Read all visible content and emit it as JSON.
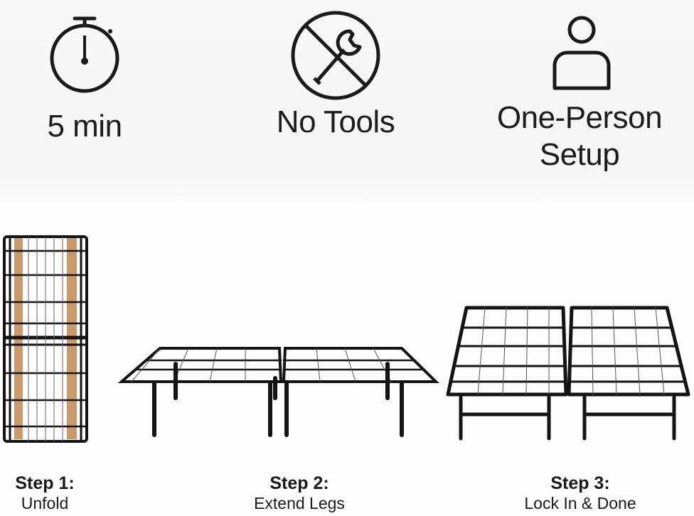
{
  "features": [
    {
      "icon": "stopwatch-icon",
      "label": "5 min"
    },
    {
      "icon": "no-tools-icon",
      "label": "No Tools"
    },
    {
      "icon": "person-icon",
      "label_line1": "One-Person",
      "label_line2": "Setup"
    }
  ],
  "steps": [
    {
      "title": "Step 1:",
      "desc": "Unfold"
    },
    {
      "title": "Step 2:",
      "desc": "Extend Legs"
    },
    {
      "title": "Step 3:",
      "desc": "Lock In & Done"
    }
  ],
  "colors": {
    "frame": "#141414",
    "cardboard": "#c89a6c",
    "text": "#1a1a1a"
  }
}
